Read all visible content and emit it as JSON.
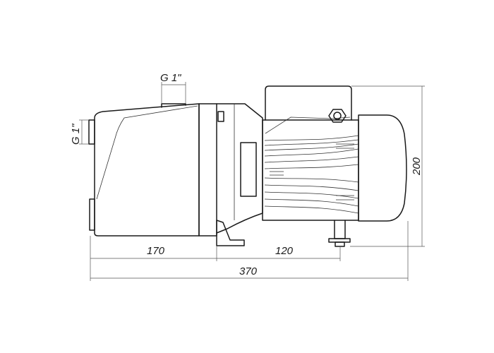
{
  "drawing": {
    "dimensions": {
      "outlet_thread": "G 1\"",
      "inlet_thread": "G 1\"",
      "pump_length": "170",
      "foot_spacing": "120",
      "total_length": "370",
      "total_height": "200"
    }
  }
}
